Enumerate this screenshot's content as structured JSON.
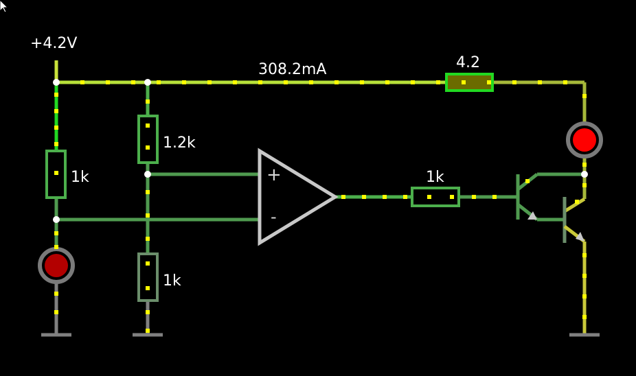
{
  "circuit": {
    "supply_label": "+4.2V",
    "current_label": "308.2mA",
    "resistors": {
      "r_top": "4.2",
      "r_left": "1k",
      "r_mid_top": "1.2k",
      "r_mid_bottom": "1k",
      "r_base": "1k"
    },
    "opamp": {
      "plus": "+",
      "minus": "-"
    }
  },
  "colors": {
    "background": "#000000",
    "wire_bright": "#7cd34a",
    "wire_dim": "#4f9a4f",
    "wire_yellow": "#c9c93a",
    "current_dot": "#ffff00",
    "lamp_off": "#b30000",
    "lamp_on": "#ff0000"
  }
}
